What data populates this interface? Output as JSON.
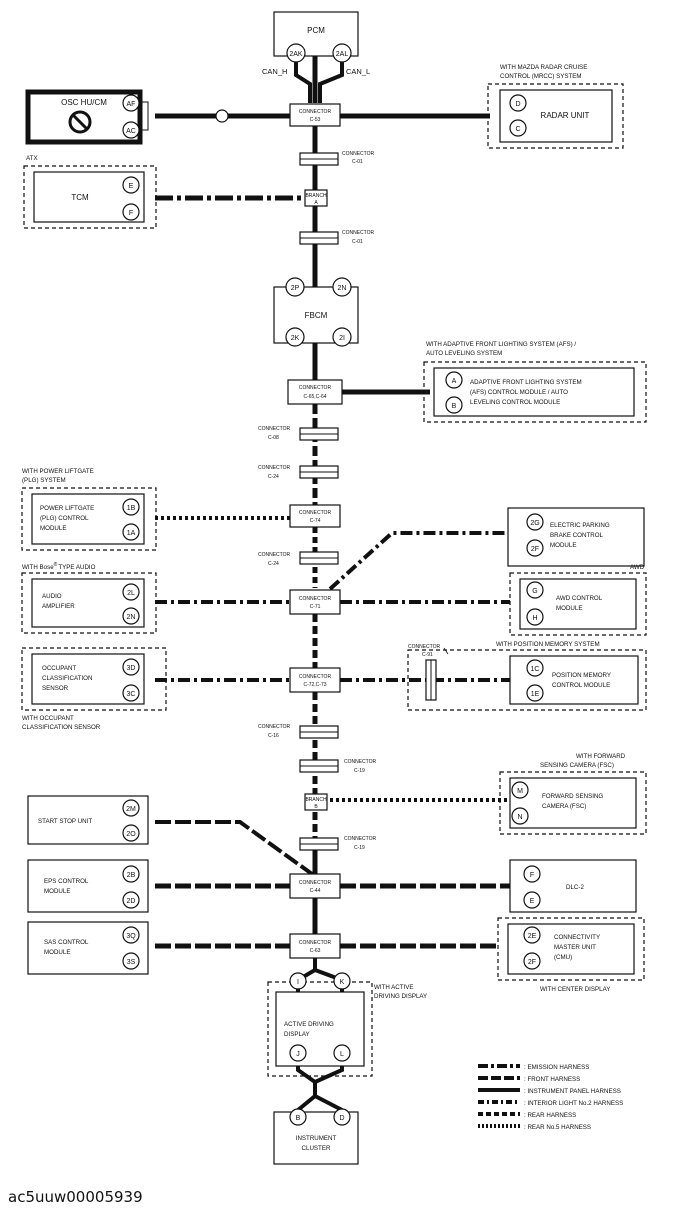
{
  "modules": {
    "pcm": "PCM",
    "osc": "OSC HU/CM",
    "radar": "RADAR UNIT",
    "tcm": "TCM",
    "fbcm": "FBCM",
    "afs": [
      "ADAPTIVE FRONT LIGHTING SYSTEM",
      "(AFS) CONTROL MODULE / AUTO",
      "LEVELING CONTROL MODULE"
    ],
    "plg": [
      "POWER LIFTGATE",
      "(PLG) CONTROL",
      "MODULE"
    ],
    "epb": [
      "ELECTRIC PARKING",
      "BRAKE CONTROL",
      "MODULE"
    ],
    "audio": [
      "AUDIO",
      "AMPLIFIER"
    ],
    "awd": [
      "AWD CONTROL",
      "MODULE"
    ],
    "ocs": [
      "OCCUPANT",
      "CLASSIFICATION",
      "SENSOR"
    ],
    "pmem": [
      "POSITION MEMORY",
      "CONTROL MODULE"
    ],
    "start_stop": "START STOP UNIT",
    "fsc": [
      "FORWARD SENSING",
      "CAMERA (FSC)"
    ],
    "eps": [
      "EPS CONTROL",
      "MODULE"
    ],
    "dlc": "DLC-2",
    "sas": [
      "SAS CONTROL",
      "MODULE"
    ],
    "cmu": [
      "CONNECTIVITY",
      "MASTER UNIT",
      "(CMU)"
    ],
    "add": [
      "ACTIVE DRIVING",
      "DISPLAY"
    ],
    "cluster": [
      "INSTRUMENT",
      "CLUSTER"
    ]
  },
  "pins": {
    "pcm": [
      "2AK",
      "2AL"
    ],
    "osc": [
      "AF",
      "AC"
    ],
    "radar": [
      "D",
      "C"
    ],
    "tcm": [
      "E",
      "F"
    ],
    "fbcm": [
      "2P",
      "2N",
      "2K",
      "2I"
    ],
    "afs": [
      "A",
      "B"
    ],
    "plg": [
      "1B",
      "1A"
    ],
    "epb": [
      "2G",
      "2F"
    ],
    "audio": [
      "2L",
      "2N"
    ],
    "awd": [
      "G",
      "H"
    ],
    "ocs": [
      "3D",
      "3C"
    ],
    "pmem": [
      "1C",
      "1E"
    ],
    "start_stop": [
      "2M",
      "2O"
    ],
    "fsc": [
      "M",
      "N"
    ],
    "eps": [
      "2B",
      "2D"
    ],
    "dlc": [
      "F",
      "E"
    ],
    "sas": [
      "3Q",
      "3S"
    ],
    "cmu": [
      "2E",
      "2F"
    ],
    "add": [
      "I",
      "K",
      "J",
      "L"
    ],
    "cluster": [
      "B",
      "D"
    ]
  },
  "can_labels": [
    "CAN_H",
    "CAN_L"
  ],
  "connector_word": "CONNECTOR",
  "branch_word": "BRANCH",
  "connectors": {
    "c53": "C-53",
    "c01a": "C-01",
    "c01b": "C-01",
    "c6564": "C-65,C-64",
    "c08": "C-08",
    "c24a": "C-24",
    "c74": "C-74",
    "c24b": "C-24",
    "c71": "C-71",
    "c7273": "C-72,C-73",
    "c91": "C-91",
    "c16": "C-16",
    "c19a": "C-19",
    "c19b": "C-19",
    "c44": "C-44",
    "c63": "C-63"
  },
  "branches": {
    "a": "A",
    "b": "B"
  },
  "conditions": {
    "mrcc": [
      "WITH MAZDA RADAR CRUISE",
      "CONTROL (MRCC) SYSTEM"
    ],
    "atx": "ATX",
    "afs": [
      "WITH ADAPTIVE FRONT LIGHTING SYSTEM (AFS) /",
      "AUTO LEVELING SYSTEM"
    ],
    "plg": [
      "WITH POWER LIFTGATE",
      "(PLG) SYSTEM"
    ],
    "bose_pre": "WITH Bose",
    "bose_reg": "®",
    "bose_post": "TYPE AUDIO",
    "awd": "AWD",
    "pmem": "WITH POSITION MEMORY SYSTEM",
    "ocs": [
      "WITH OCCUPANT",
      "CLASSIFICATION SENSOR"
    ],
    "fsc": [
      "WITH FORWARD",
      "SENSING CAMERA (FSC)"
    ],
    "add": [
      "WITH ACTIVE",
      "DRIVING DISPLAY"
    ],
    "cmu": "WITH CENTER DISPLAY"
  },
  "legend": [
    ": EMISSION HARNESS",
    ": FRONT HARNESS",
    ": INSTRUMENT PANEL HARNESS",
    ": INTERIOR LIGHT No.2 HARNESS",
    ": REAR HARNESS",
    ": REAR No.5 HARNESS"
  ],
  "figure_id": "ac5uuw00005939"
}
